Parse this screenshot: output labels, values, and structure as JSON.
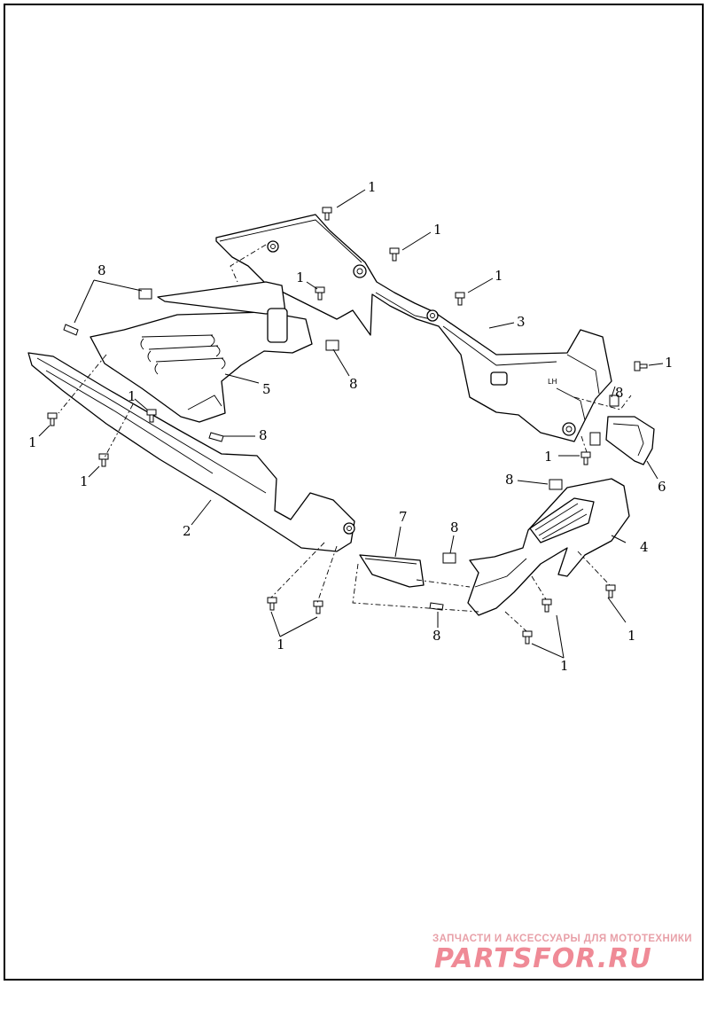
{
  "diagram": {
    "callouts": [
      {
        "id": "c1",
        "label": "1"
      },
      {
        "id": "c2",
        "label": "1"
      },
      {
        "id": "c3",
        "label": "1"
      },
      {
        "id": "c4",
        "label": "3"
      },
      {
        "id": "c5",
        "label": "1"
      },
      {
        "id": "c6",
        "label": "8"
      },
      {
        "id": "c7",
        "label": "1"
      },
      {
        "id": "c8",
        "label": "8"
      },
      {
        "id": "c9",
        "label": "5"
      },
      {
        "id": "c10",
        "label": "1"
      },
      {
        "id": "c11",
        "label": "8"
      },
      {
        "id": "c12",
        "label": "1"
      },
      {
        "id": "c13",
        "label": "8"
      },
      {
        "id": "c14",
        "label": "1"
      },
      {
        "id": "c15",
        "label": "6"
      },
      {
        "id": "c16",
        "label": "8"
      },
      {
        "id": "c17",
        "label": "1"
      },
      {
        "id": "c18",
        "label": "2"
      },
      {
        "id": "c19",
        "label": "7"
      },
      {
        "id": "c20",
        "label": "8"
      },
      {
        "id": "c21",
        "label": "4"
      },
      {
        "id": "c22",
        "label": "8"
      },
      {
        "id": "c23",
        "label": "1"
      },
      {
        "id": "c24",
        "label": "1"
      },
      {
        "id": "c25",
        "label": "1"
      }
    ],
    "embossed_text": "LH"
  },
  "watermark": {
    "caption": "ЗАПЧАСТИ И АКСЕССУАРЫ ДЛЯ МОТОТЕХНИКИ",
    "logo": "PARTSFOR.RU"
  }
}
